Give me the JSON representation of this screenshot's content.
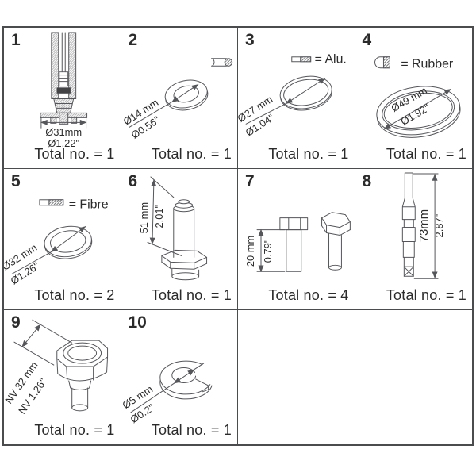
{
  "meta": {
    "background": "#ffffff",
    "line_color": "#55565a",
    "border_color": "#4b4c4e",
    "text_color": "#2b2b2c"
  },
  "cells": [
    {
      "number": "1",
      "dim_mm": "Ø31mm",
      "dim_in": "Ø1.22\"",
      "total": "Total no. = 1"
    },
    {
      "number": "2",
      "dim_mm": "Ø14 mm",
      "dim_in": "Ø0.56\"",
      "total": "Total no. = 1"
    },
    {
      "number": "3",
      "dim_mm": "Ø27 mm",
      "dim_in": "Ø1.04\"",
      "legend": "= Alu.",
      "total": "Total no. = 1"
    },
    {
      "number": "4",
      "dim_mm": "Ø49 mm",
      "dim_in": "Ø1.92\"",
      "legend": "= Rubber",
      "total": "Total no. = 1"
    },
    {
      "number": "5",
      "dim_mm": "Ø32 mm",
      "dim_in": "Ø1.26\"",
      "legend": "= Fibre",
      "total": "Total no. = 2"
    },
    {
      "number": "6",
      "dim_mm": "51 mm",
      "dim_in": "2.01\"",
      "total": "Total no. = 1"
    },
    {
      "number": "7",
      "dim_mm": "20 mm",
      "dim_in": "0.79\"",
      "total": "Total no. = 4"
    },
    {
      "number": "8",
      "dim_mm": "73mm",
      "dim_in": "2.87\"",
      "total": "Total no. = 1"
    },
    {
      "number": "9",
      "dim_mm": "NV 32 mm",
      "dim_in": "NV 1.26\"",
      "total": "Total no. = 1"
    },
    {
      "number": "10",
      "dim_mm": "Ø5 mm",
      "dim_in": "Ø0.2\"",
      "total": "Total no. = 1"
    }
  ]
}
